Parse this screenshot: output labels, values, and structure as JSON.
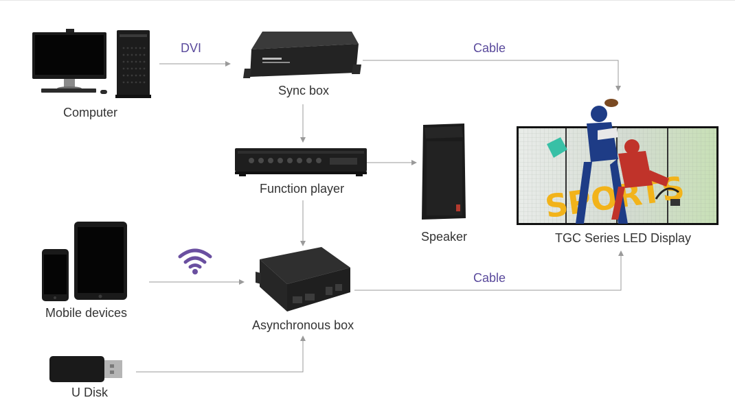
{
  "colors": {
    "edge_label": "#5a4a9c",
    "wire": "#9a9a9a",
    "wifi": "#6a4fa0",
    "device_dark": "#1f1f1f",
    "label_text": "#333333"
  },
  "nodes": {
    "computer": {
      "label": "Computer",
      "icon": "desktop-computer-icon"
    },
    "sync_box": {
      "label": "Sync box",
      "icon": "sync-box-icon"
    },
    "function_player": {
      "label": "Function player",
      "icon": "function-player-icon"
    },
    "speaker": {
      "label": "Speaker",
      "icon": "speaker-icon"
    },
    "led_display": {
      "label": "TGC Series LED Display",
      "icon": "led-display-icon",
      "screen_text": "SPORTS"
    },
    "mobile_devices": {
      "label": "Mobile devices",
      "icon": "mobile-devices-icon"
    },
    "async_box": {
      "label": "Asynchronous box",
      "icon": "async-box-icon"
    },
    "u_disk": {
      "label": "U Disk",
      "icon": "usb-drive-icon"
    }
  },
  "edges": {
    "dvi": "DVI",
    "cable_top": "Cable",
    "cable_bottom": "Cable",
    "wifi_icon": "wifi-icon"
  }
}
